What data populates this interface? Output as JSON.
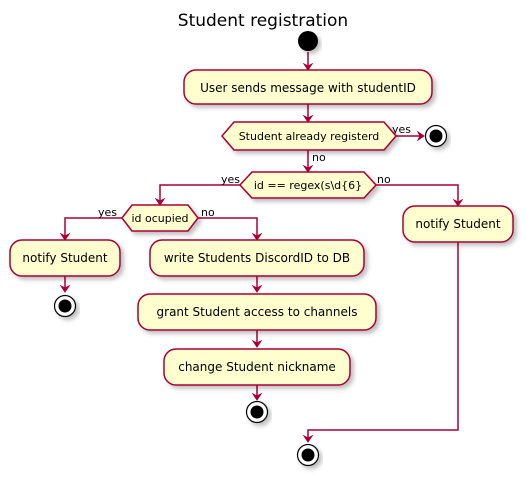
{
  "title": "Student registration",
  "nodes": {
    "user_sends": "User sends message with studentID",
    "already_registered": "Student already registerd",
    "id_regex": "id == regex(s\\d{6}",
    "id_occupied": "id ocupied",
    "notify_student_left": "notify Student",
    "write_discord": "write Students DiscordID to DB",
    "grant_access": "grant Student access to channels",
    "change_nickname": "change Student nickname",
    "notify_student_right": "notify Student"
  },
  "edges": {
    "registered_yes": "yes",
    "registered_no": "no",
    "regex_yes": "yes",
    "regex_no": "no",
    "occupied_yes": "yes",
    "occupied_no": "no"
  },
  "colors": {
    "box_fill": "#FEFECE",
    "stroke": "#A80036",
    "start_end": "#000000"
  }
}
